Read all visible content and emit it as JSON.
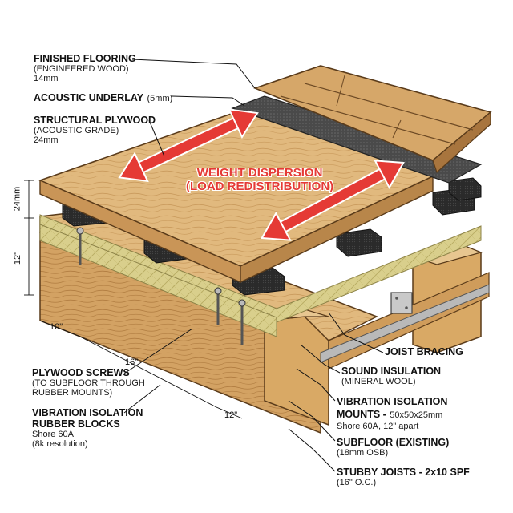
{
  "labels": {
    "finished_flooring": {
      "title": "FINISHED FLOORING",
      "sub1": "(ENGINEERED WOOD)",
      "sub2": "14mm"
    },
    "acoustic_underlay": {
      "title": "ACOUSTIC UNDERLAY",
      "sub1": "(5mm)"
    },
    "structural_plywood": {
      "title": "STRUCTURAL PLYWOOD",
      "sub1": "(ACOUSTIC GRADE)",
      "sub2": "24mm"
    },
    "weight_dispersion": {
      "line1": "WEIGHT DISPERSION",
      "line2": "(LOAD REDISTRIBUTION)"
    },
    "joist_bracing": {
      "title": "JOIST BRACING"
    },
    "sound_insulation": {
      "title": "SOUND INSULATION",
      "sub1": "(MINERAL WOOL)"
    },
    "vibration_mounts": {
      "title": "VIBRATION ISOLATION",
      "title2": "MOUNTS -",
      "spec": "50x50x25mm",
      "sub1": "Shore 60A, 12\" apart"
    },
    "subfloor": {
      "title": "SUBFLOOR (EXISTING)",
      "sub1": "(18mm OSB)"
    },
    "stubby_joists": {
      "title": "STUBBY JOISTS - 2x10 SPF",
      "sub1": "(16\" O.C.)"
    },
    "plywood_screws": {
      "title": "PLYWOOD SCREWS",
      "sub1": "(TO SUBFLOOR THROUGH",
      "sub2": "RUBBER MOUNTS)"
    },
    "rubber_blocks": {
      "title": "VIBRATION ISOLATION",
      "title2": "RUBBER BLOCKS",
      "sub1": "Shore 60A",
      "sub2": "(8k resolution)"
    }
  },
  "dimensions": {
    "plywood_thickness": "24mm",
    "joist_height": "12\"",
    "block_spacing": "10\"",
    "joist_spacing": "16\"",
    "mount_spacing": "12\""
  },
  "colors": {
    "wood_light": "#e3bd82",
    "wood_mid": "#d4a666",
    "wood_dark": "#b88448",
    "plank": "#cf9f62",
    "underlay": "#4a4a4a",
    "rubber": "#2a2a2a",
    "insulation": "#d8cf8a",
    "arrow": "#e53a35"
  }
}
